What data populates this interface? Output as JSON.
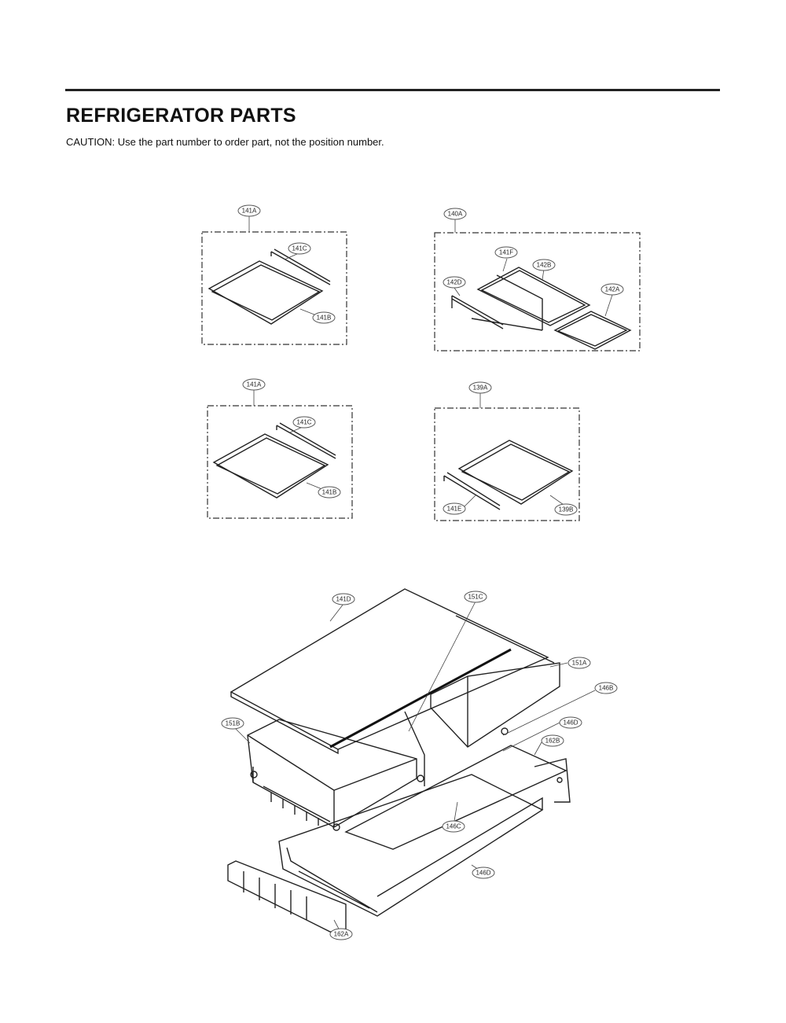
{
  "header": {
    "title": "REFRIGERATOR PARTS",
    "caution": "CAUTION: Use the part number to order part, not the position number."
  },
  "callouts": {
    "a_141A": "141A",
    "a_141C": "141C",
    "a_141B": "141B",
    "b_140A": "140A",
    "b_141F": "141F",
    "b_142B": "142B",
    "b_142D": "142D",
    "b_142A": "142A",
    "c_141A": "141A",
    "c_141C": "141C",
    "c_141B": "141B",
    "d_139A": "139A",
    "d_141E": "141E",
    "d_139B": "139B",
    "e_141D": "141D",
    "e_151C": "151C",
    "e_151A": "151A",
    "e_146B": "146B",
    "e_151B": "151B",
    "e_146D": "146D",
    "e_162B": "162B",
    "e_146C": "146C",
    "e_146D2": "146D",
    "e_162A": "162A"
  }
}
